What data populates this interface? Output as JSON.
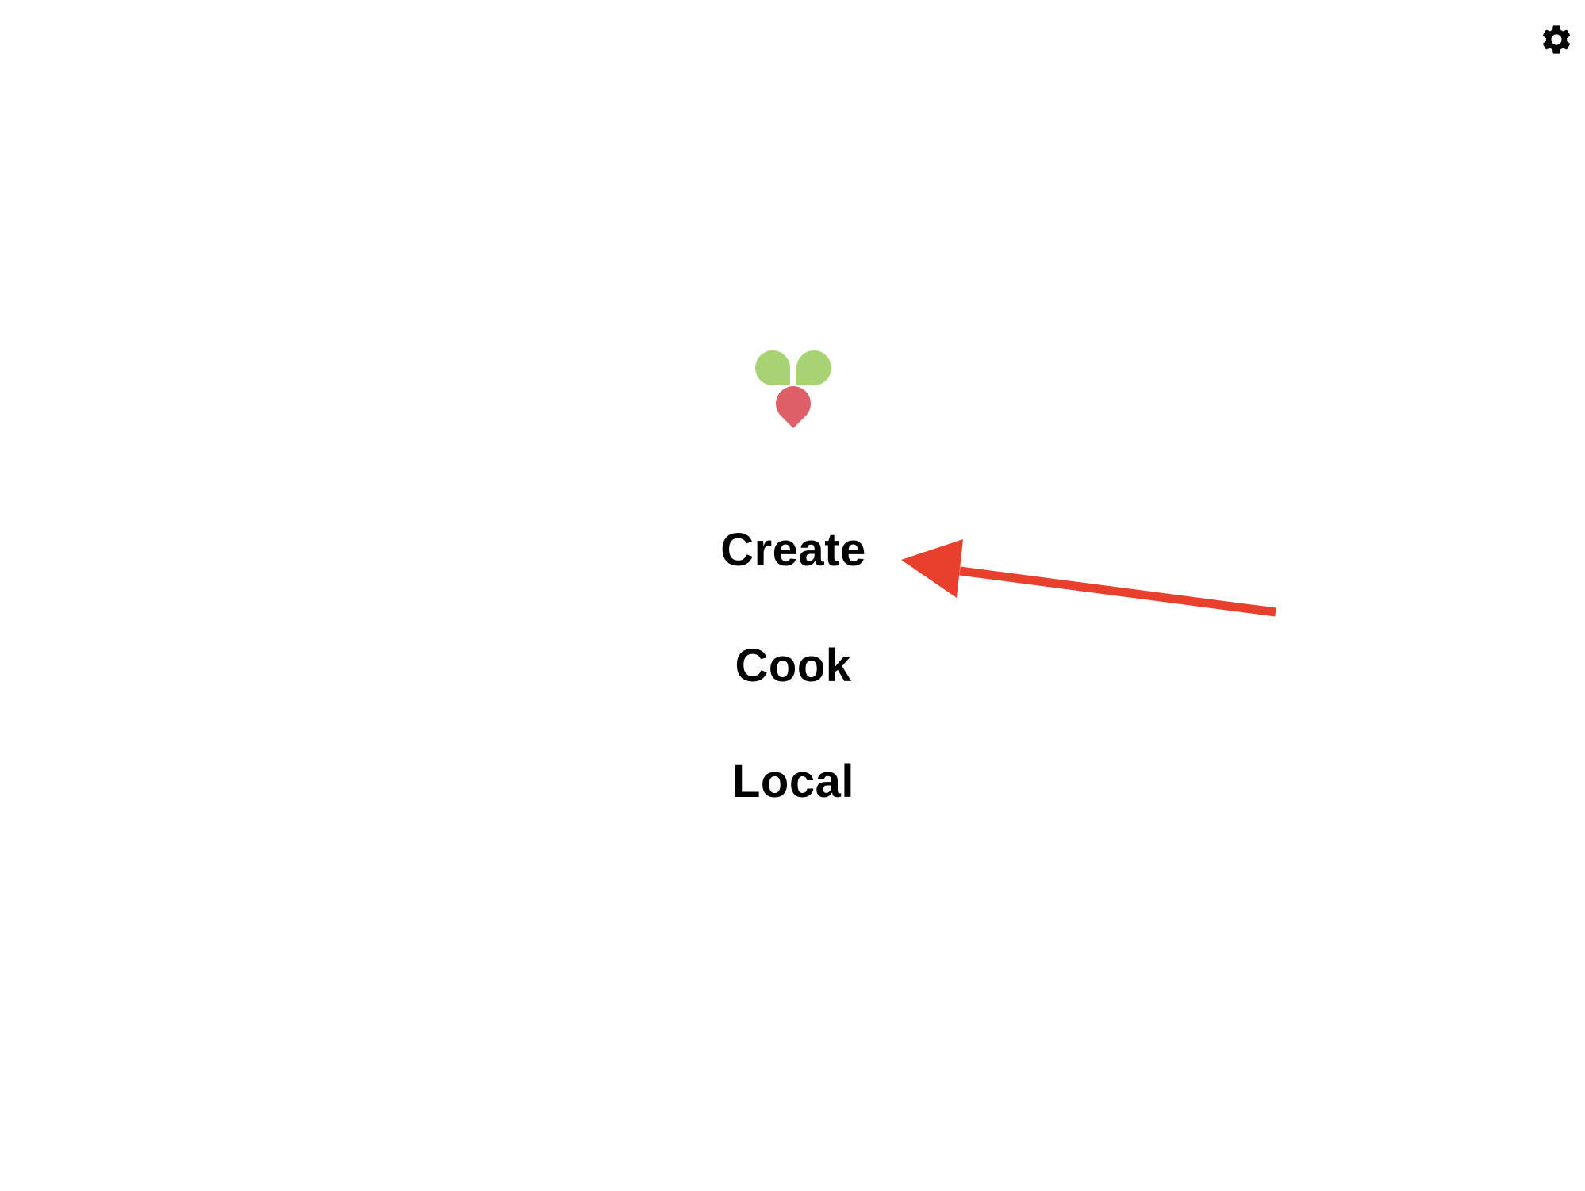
{
  "settings": {
    "icon": "gear-icon"
  },
  "logo": {
    "icon": "radish-logo-icon",
    "leaf_color": "#a8d372",
    "root_color": "#df5f69"
  },
  "menu": {
    "items": [
      {
        "label": "Create"
      },
      {
        "label": "Cook"
      },
      {
        "label": "Local"
      }
    ]
  },
  "annotation": {
    "icon": "red-arrow-icon",
    "color": "#e8402c"
  }
}
